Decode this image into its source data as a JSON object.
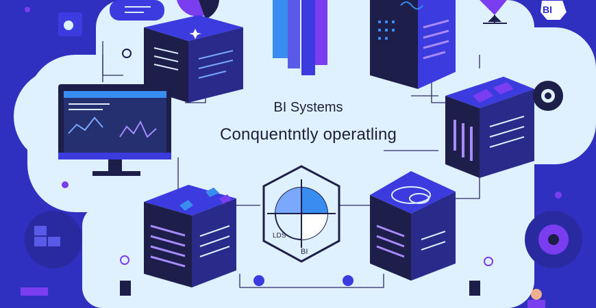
{
  "headline": "BI Systems",
  "subheadline": "Conquentntly operatling",
  "gauge": {
    "label_left": "LDS",
    "label_bottom": "BI"
  },
  "badge": {
    "label": "BI"
  },
  "colors": {
    "background": "#2f2fc0",
    "cloud": "#dff0ff",
    "cube_top": "#3b3be0",
    "cube_dark": "#1e1e4a",
    "accent_purple": "#7b3df0",
    "accent_blue": "#3a8df0"
  },
  "icons": [
    "monitor-icon",
    "gear-icon",
    "globe-icon",
    "bar-chart-icon",
    "person-icon",
    "tablet-icon"
  ]
}
